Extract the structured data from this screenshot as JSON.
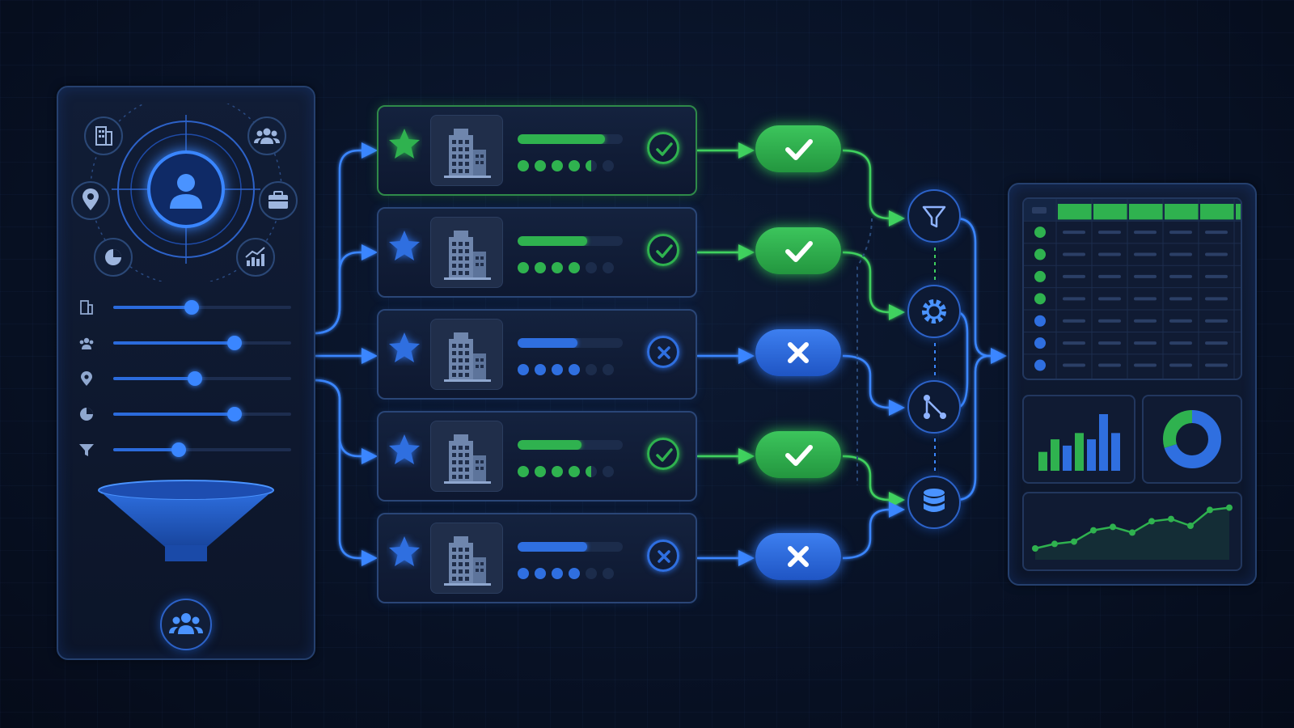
{
  "filter_panel": {
    "center_icon": "user-icon",
    "orbit_icons": [
      "building-icon",
      "group-icon",
      "location-icon",
      "briefcase-icon",
      "pie-chart-icon",
      "growth-chart-icon"
    ],
    "sliders": [
      {
        "icon": "building-icon",
        "value": 0.44
      },
      {
        "icon": "group-icon",
        "value": 0.68
      },
      {
        "icon": "location-icon",
        "value": 0.46
      },
      {
        "icon": "pie-chart-icon",
        "value": 0.68
      },
      {
        "icon": "filter-icon",
        "value": 0.37
      }
    ],
    "output_icon": "group-icon"
  },
  "candidates": [
    {
      "rank": "1",
      "score": 0.83,
      "dots_filled": 4.5,
      "status": "approved",
      "highlight": true
    },
    {
      "rank": "2",
      "score": 0.66,
      "dots_filled": 4,
      "status": "approved",
      "highlight": false
    },
    {
      "rank": "3",
      "score": 0.57,
      "dots_filled": 4,
      "status": "rejected",
      "highlight": false
    },
    {
      "rank": "4",
      "score": 0.61,
      "dots_filled": 4.5,
      "status": "approved",
      "highlight": false
    },
    {
      "rank": "5",
      "score": 0.66,
      "dots_filled": 4,
      "status": "rejected",
      "highlight": false
    }
  ],
  "process_nodes": [
    "filter-icon",
    "gear-icon",
    "branch-icon",
    "database-icon"
  ],
  "results_table": {
    "header_columns": 6,
    "rows": 8,
    "row_markers": [
      "green",
      "green",
      "green",
      "green",
      "blue",
      "blue",
      "blue"
    ]
  },
  "bar_chart": {
    "values": [
      3,
      5,
      4,
      6,
      5,
      9,
      6
    ],
    "colors": [
      "#2fb24f",
      "#2fb24f",
      "#2f6fe0",
      "#2fb24f",
      "#2f6fe0",
      "#2f6fe0",
      "#2f6fe0"
    ]
  },
  "donut_chart": {
    "segments": [
      {
        "value": 70,
        "color": "#2f6fe0"
      },
      {
        "value": 30,
        "color": "#2fb24f"
      }
    ]
  },
  "line_chart": {
    "values": [
      1.0,
      1.4,
      1.6,
      2.6,
      2.9,
      2.4,
      3.4,
      3.6,
      3.0,
      4.4,
      4.6
    ]
  },
  "colors": {
    "green": "#2fb24f",
    "blue": "#2f6fe0",
    "accent": "#3a86ff"
  }
}
